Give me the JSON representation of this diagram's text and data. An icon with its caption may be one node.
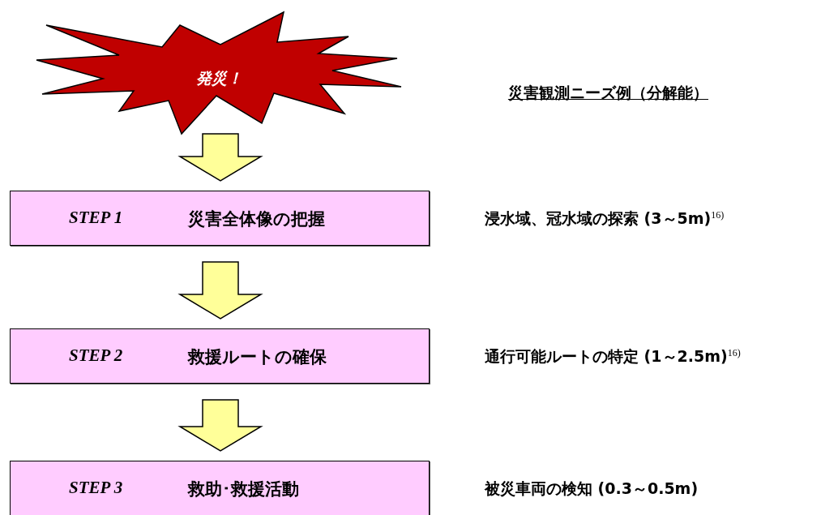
{
  "diagram": {
    "title": "災害観測ニーズ例（分解能）",
    "nodes": [
      {
        "text": [
          "発災！"
        ]
      },
      {
        "text": [
          "STEP 1",
          "災害全体像の把握"
        ],
        "beside": [
          "浸水域、冠水域の探索 (3～5m)$^{16)}$"
        ]
      },
      {
        "text": [
          "STEP 2",
          "救援ルートの確保"
        ],
        "beside": [
          "通行可能ルートの特定 (1～2.5m)$^{16)}$"
        ]
      },
      {
        "text": [
          "STEP 3",
          "救助･救援活動"
        ],
        "beside": [
          "被災車両の検知 (0.3～0.5m)"
        ]
      }
    ],
    "edges": [
      {
        "from": 0,
        "to": 1,
        "arrow": "to"
      },
      {
        "from": 1,
        "to": 2,
        "arrow": "to"
      },
      {
        "from": 2,
        "to": 3,
        "arrow": "to"
      }
    ]
  }
}
